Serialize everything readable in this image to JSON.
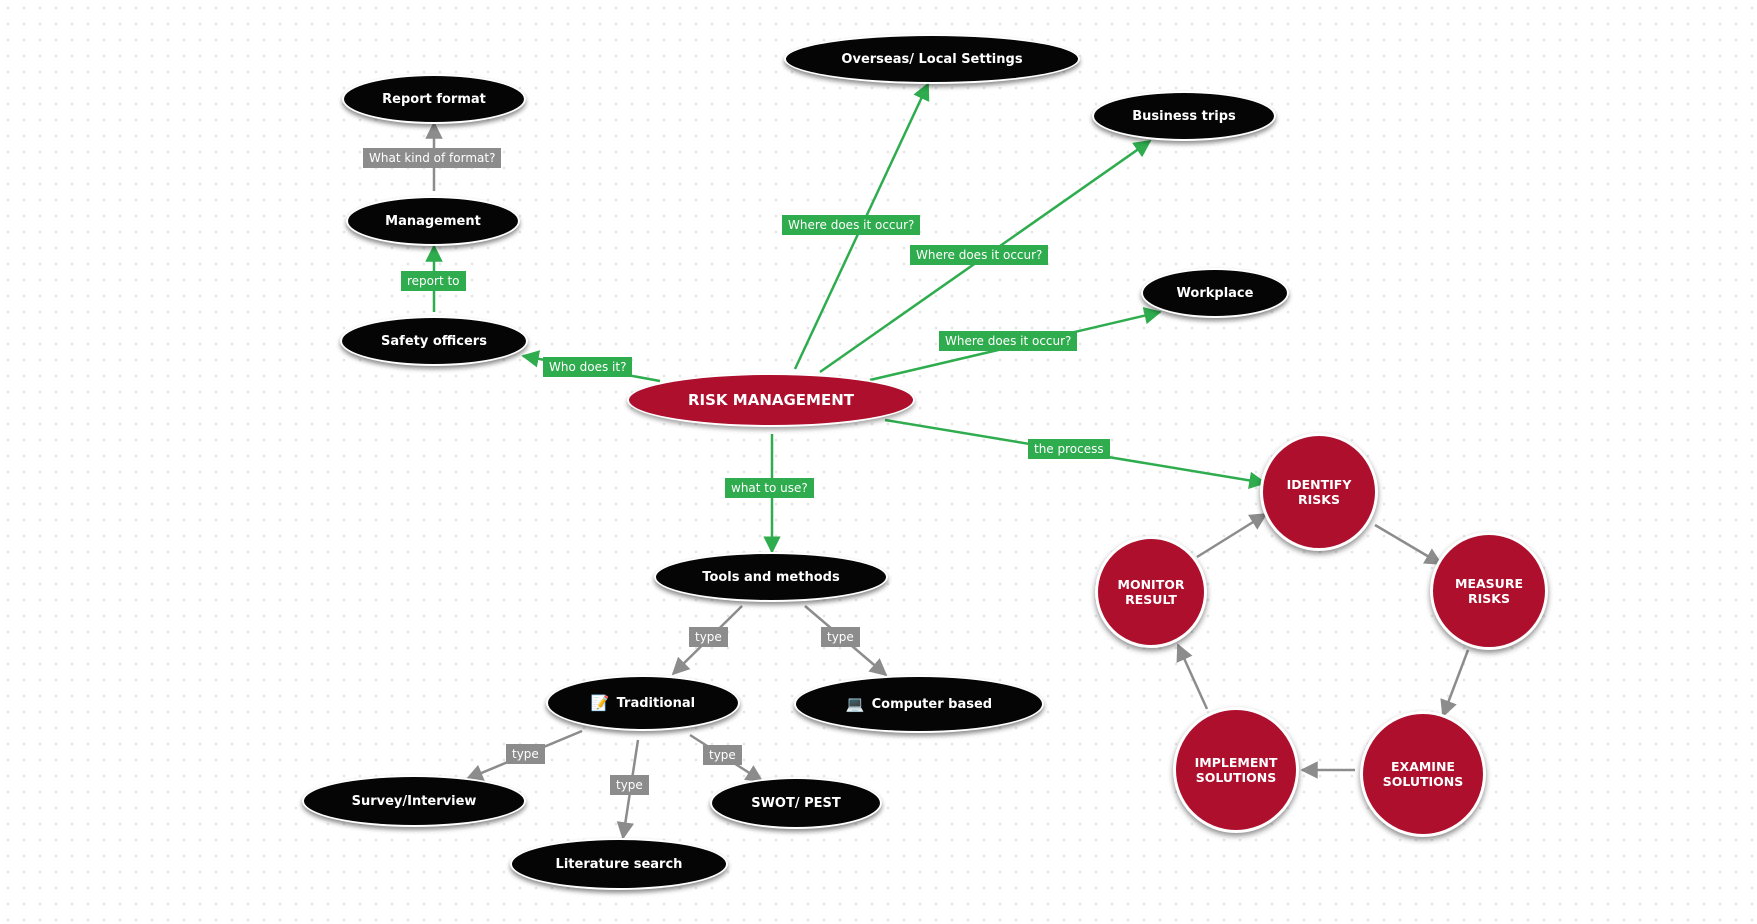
{
  "colors": {
    "background": "#ffffff",
    "dark_node": "#050505",
    "main_node": "#ad0f2d",
    "green_edge": "#2eac4e",
    "gray_edge": "#8c8c8c"
  },
  "nodes": {
    "risk_management": "RISK MANAGEMENT",
    "overseas": "Overseas/ Local Settings",
    "business_trips": "Business trips",
    "workplace": "Workplace",
    "report_format": "Report format",
    "management": "Management",
    "safety_officers": "Safety officers",
    "tools_methods": "Tools and methods",
    "traditional": {
      "label": "Traditional",
      "icon": "memo-icon"
    },
    "computer_based": {
      "label": "Computer based",
      "icon": "laptop-icon"
    },
    "survey": "Survey/Interview",
    "literature": "Literature search",
    "swot": "SWOT/ PEST",
    "identify": "IDENTIFY\nRISKS",
    "measure": "MEASURE\nRISKS",
    "examine": "EXAMINE\nSOLUTIONS",
    "implement": "IMPLEMENT\nSOLUTIONS",
    "monitor": "MONITOR\nRESULT"
  },
  "edge_labels": {
    "where_overseas": "Where does it occur?",
    "where_business": "Where does it occur?",
    "where_workplace": "Where does it occur?",
    "who_does_it": "Who does it?",
    "report_to": "report to",
    "what_format": "What kind of format?",
    "what_to_use": "what to use?",
    "the_process": "the process",
    "type_traditional": "type",
    "type_computer": "type",
    "type_survey": "type",
    "type_literature": "type",
    "type_swot": "type"
  }
}
